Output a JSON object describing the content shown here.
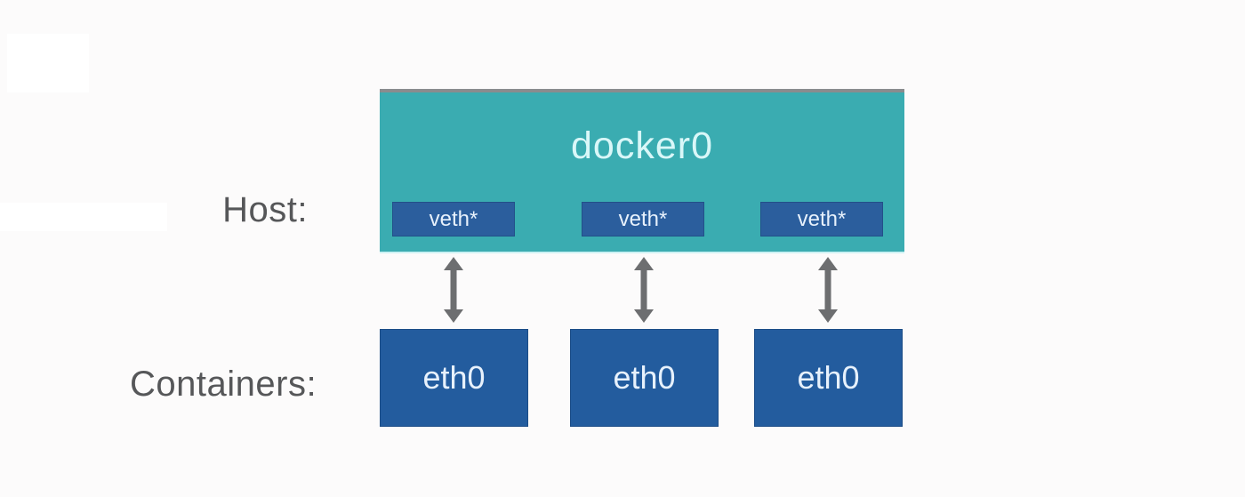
{
  "colors": {
    "background": "#fcfbfb",
    "bridge-teal": "#3aacb1",
    "bridge-border": "#8a8c8e",
    "bridge-text": "#d9f7f8",
    "veth-blue": "#2b5e9d",
    "eth-blue": "#235c9e",
    "box-text": "#e7f1fc",
    "arrow-gray": "#6d6e70",
    "label-gray": "#565759"
  },
  "diagram": {
    "host_label": "Host:",
    "containers_label": "Containers:",
    "bridge": {
      "label": "docker0"
    },
    "veth_boxes": [
      {
        "label": "veth*"
      },
      {
        "label": "veth*"
      },
      {
        "label": "veth*"
      }
    ],
    "eth_boxes": [
      {
        "label": "eth0"
      },
      {
        "label": "eth0"
      },
      {
        "label": "eth0"
      }
    ]
  }
}
